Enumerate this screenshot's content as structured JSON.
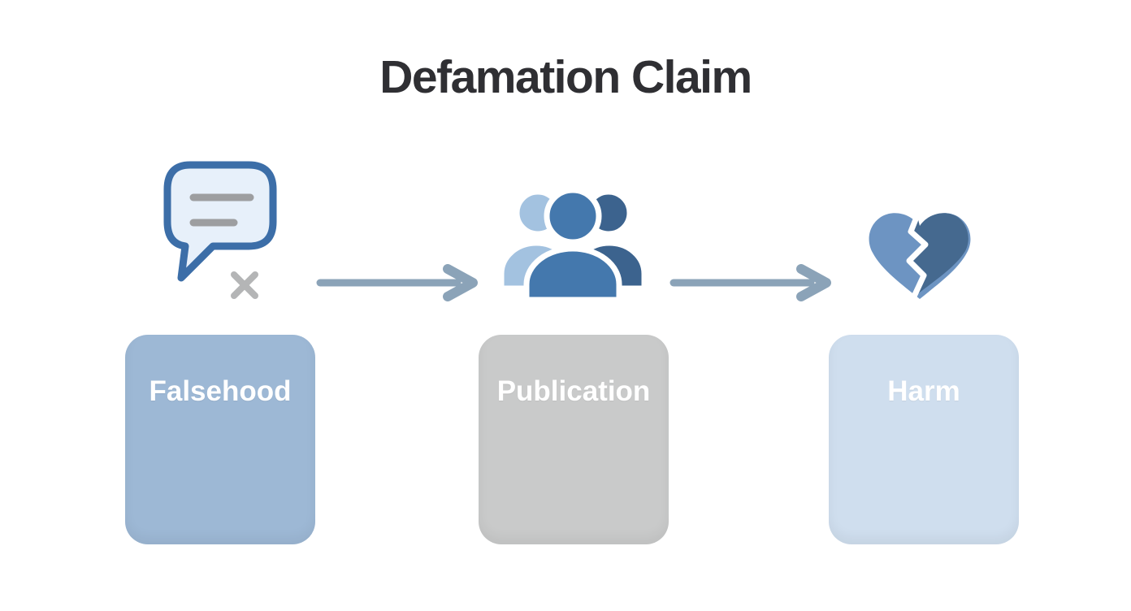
{
  "title": "Defamation Claim",
  "steps": [
    {
      "id": "falsehood",
      "label": "Falsehood",
      "icon": "speech-bubble-x-icon"
    },
    {
      "id": "publication",
      "label": "Publication",
      "icon": "people-group-icon"
    },
    {
      "id": "harm",
      "label": "Harm",
      "icon": "broken-heart-icon"
    }
  ],
  "connectors": [
    {
      "from": "falsehood",
      "to": "publication",
      "type": "arrow-right"
    },
    {
      "from": "publication",
      "to": "harm",
      "type": "arrow-right"
    }
  ],
  "colors": {
    "background": "#ffffff",
    "title_text": "#2f2f33",
    "box_label_text": "#ffffff",
    "falsehood_box": "#9db8d5",
    "publication_box": "#c9caca",
    "harm_box": "#cfdeee",
    "arrow": "#8ba3b8",
    "bubble_stroke": "#3c6ea8",
    "bubble_fill": "#e7f0fa",
    "bubble_text_lines": "#9d9ea0",
    "x_mark": "#b4b5b6",
    "person_left": "#a3c2e0",
    "person_center": "#4478ad",
    "person_right": "#3c638e",
    "heart_left": "#6d94c2",
    "heart_right": "#45698f"
  }
}
